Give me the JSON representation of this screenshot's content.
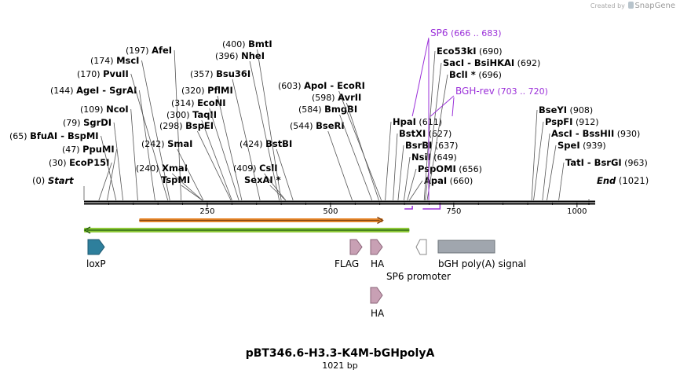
{
  "credit": {
    "prefix": "Created by",
    "brand": "SnapGene",
    "icon": "snapgene-logo-icon"
  },
  "title": "pBT346.6-H3.3-K4M-bGHpolyA",
  "length_label": "1021 bp",
  "sequence_length": 1021,
  "axis": {
    "ticks": [
      250,
      500,
      750,
      1000
    ]
  },
  "colors": {
    "enzyme": "#000000",
    "primer": "#9b30d9",
    "orange_arrow": "#e8882c",
    "green_arrow": "#8fc93a",
    "loxP": "#2e7f9c",
    "tag": "#c8a0b4",
    "polyA": "#a0a6ae"
  },
  "start_marker": {
    "pos": "(0)",
    "name": "Start"
  },
  "end_marker": {
    "pos": "(1021)",
    "name": "End"
  },
  "left_enzyme_labels": [
    {
      "pos": "(30)",
      "name": "EcoP15I",
      "site": 30
    },
    {
      "pos": "(47)",
      "name": "PpuMI",
      "site": 47
    },
    {
      "pos": "(65)",
      "name": "BfuAI  -  BspMI",
      "site": 65
    },
    {
      "pos": "(79)",
      "name": "SgrDI",
      "site": 79
    },
    {
      "pos": "(109)",
      "name": "NcoI",
      "site": 109
    },
    {
      "pos": "(144)",
      "name": "AgeI  -  SgrAI",
      "site": 144
    },
    {
      "pos": "(170)",
      "name": "PvuII",
      "site": 170
    },
    {
      "pos": "(174)",
      "name": "MscI",
      "site": 174
    },
    {
      "pos": "(197)",
      "name": "AfeI",
      "site": 197
    }
  ],
  "center_enzyme_labels": [
    {
      "pos": "(240)",
      "name": "XmaI",
      "site": 240
    },
    {
      "pos": "",
      "name": "TspMI",
      "site": 240
    },
    {
      "pos": "(242)",
      "name": "SmaI",
      "site": 242
    },
    {
      "pos": "(298)",
      "name": "BspEI",
      "site": 298
    },
    {
      "pos": "(300)",
      "name": "TaqII",
      "site": 300
    },
    {
      "pos": "(314)",
      "name": "EcoNI",
      "site": 314
    },
    {
      "pos": "(320)",
      "name": "PflMI",
      "site": 320
    },
    {
      "pos": "(357)",
      "name": "Bsu36I",
      "site": 357
    },
    {
      "pos": "(396)",
      "name": "NheI",
      "site": 396
    },
    {
      "pos": "(400)",
      "name": "BmtI",
      "site": 400
    },
    {
      "pos": "(409)",
      "name": "CslI",
      "site": 409
    },
    {
      "pos": "",
      "name": "SexAI *",
      "site": 409
    },
    {
      "pos": "(424)",
      "name": "BstBI",
      "site": 424
    },
    {
      "pos": "(544)",
      "name": "BseRI",
      "site": 544
    },
    {
      "pos": "(584)",
      "name": "BmgBI",
      "site": 584
    },
    {
      "pos": "(598)",
      "name": "AvrII",
      "site": 598
    },
    {
      "pos": "(603)",
      "name": "ApoI  -  EcoRI",
      "site": 603
    }
  ],
  "right_enzyme_labels": [
    {
      "pos": "(611)",
      "name": "HpaI",
      "site": 611
    },
    {
      "pos": "(627)",
      "name": "BstXI",
      "site": 627
    },
    {
      "pos": "(637)",
      "name": "BsrBI",
      "site": 637
    },
    {
      "pos": "(649)",
      "name": "NsiI",
      "site": 649
    },
    {
      "pos": "(656)",
      "name": "PspOMI",
      "site": 656
    },
    {
      "pos": "(660)",
      "name": "ApaI",
      "site": 660
    },
    {
      "pos": "(690)",
      "name": "Eco53kI",
      "site": 690
    },
    {
      "pos": "(692)",
      "name": "SacI  -  BsiHKAI",
      "site": 692
    },
    {
      "pos": "(696)",
      "name": "BclI *",
      "site": 696
    },
    {
      "pos": "(908)",
      "name": "BseYI",
      "site": 908
    },
    {
      "pos": "(912)",
      "name": "PspFI",
      "site": 912
    },
    {
      "pos": "(930)",
      "name": "AscI  -  BssHII",
      "site": 930
    },
    {
      "pos": "(939)",
      "name": "SpeI",
      "site": 939
    },
    {
      "pos": "(963)",
      "name": "TatI  -  BsrGI",
      "site": 963
    }
  ],
  "primers": [
    {
      "name": "SP6",
      "range": "(666 .. 683)",
      "start": 666,
      "end": 683
    },
    {
      "name": "BGH-rev",
      "range": "(703 .. 720)",
      "start": 703,
      "end": 720
    }
  ],
  "features": [
    {
      "name": "loxP",
      "start": 2,
      "end": 35,
      "type": "arrow-right",
      "color": "loxP"
    },
    {
      "name": "FLAG",
      "start": 548,
      "end": 572,
      "type": "arrow-right",
      "color": "tag"
    },
    {
      "name": "HA",
      "start": 590,
      "end": 618,
      "type": "arrow-right",
      "color": "tag"
    },
    {
      "name": "SP6 promoter",
      "start": 660,
      "end": 683,
      "type": "arrow-left",
      "color": "white"
    },
    {
      "name": "bGH poly(A) signal",
      "start": 704,
      "end": 829,
      "type": "box",
      "color": "polyA"
    },
    {
      "name": "HA",
      "start": 590,
      "end": 618,
      "type": "arrow-right",
      "color": "tag"
    }
  ],
  "long_arrows": [
    {
      "start": 112,
      "end": 606,
      "direction": "right",
      "color": "orange_arrow"
    },
    {
      "start": 0,
      "end": 660,
      "direction": "left",
      "color": "green_arrow"
    }
  ]
}
